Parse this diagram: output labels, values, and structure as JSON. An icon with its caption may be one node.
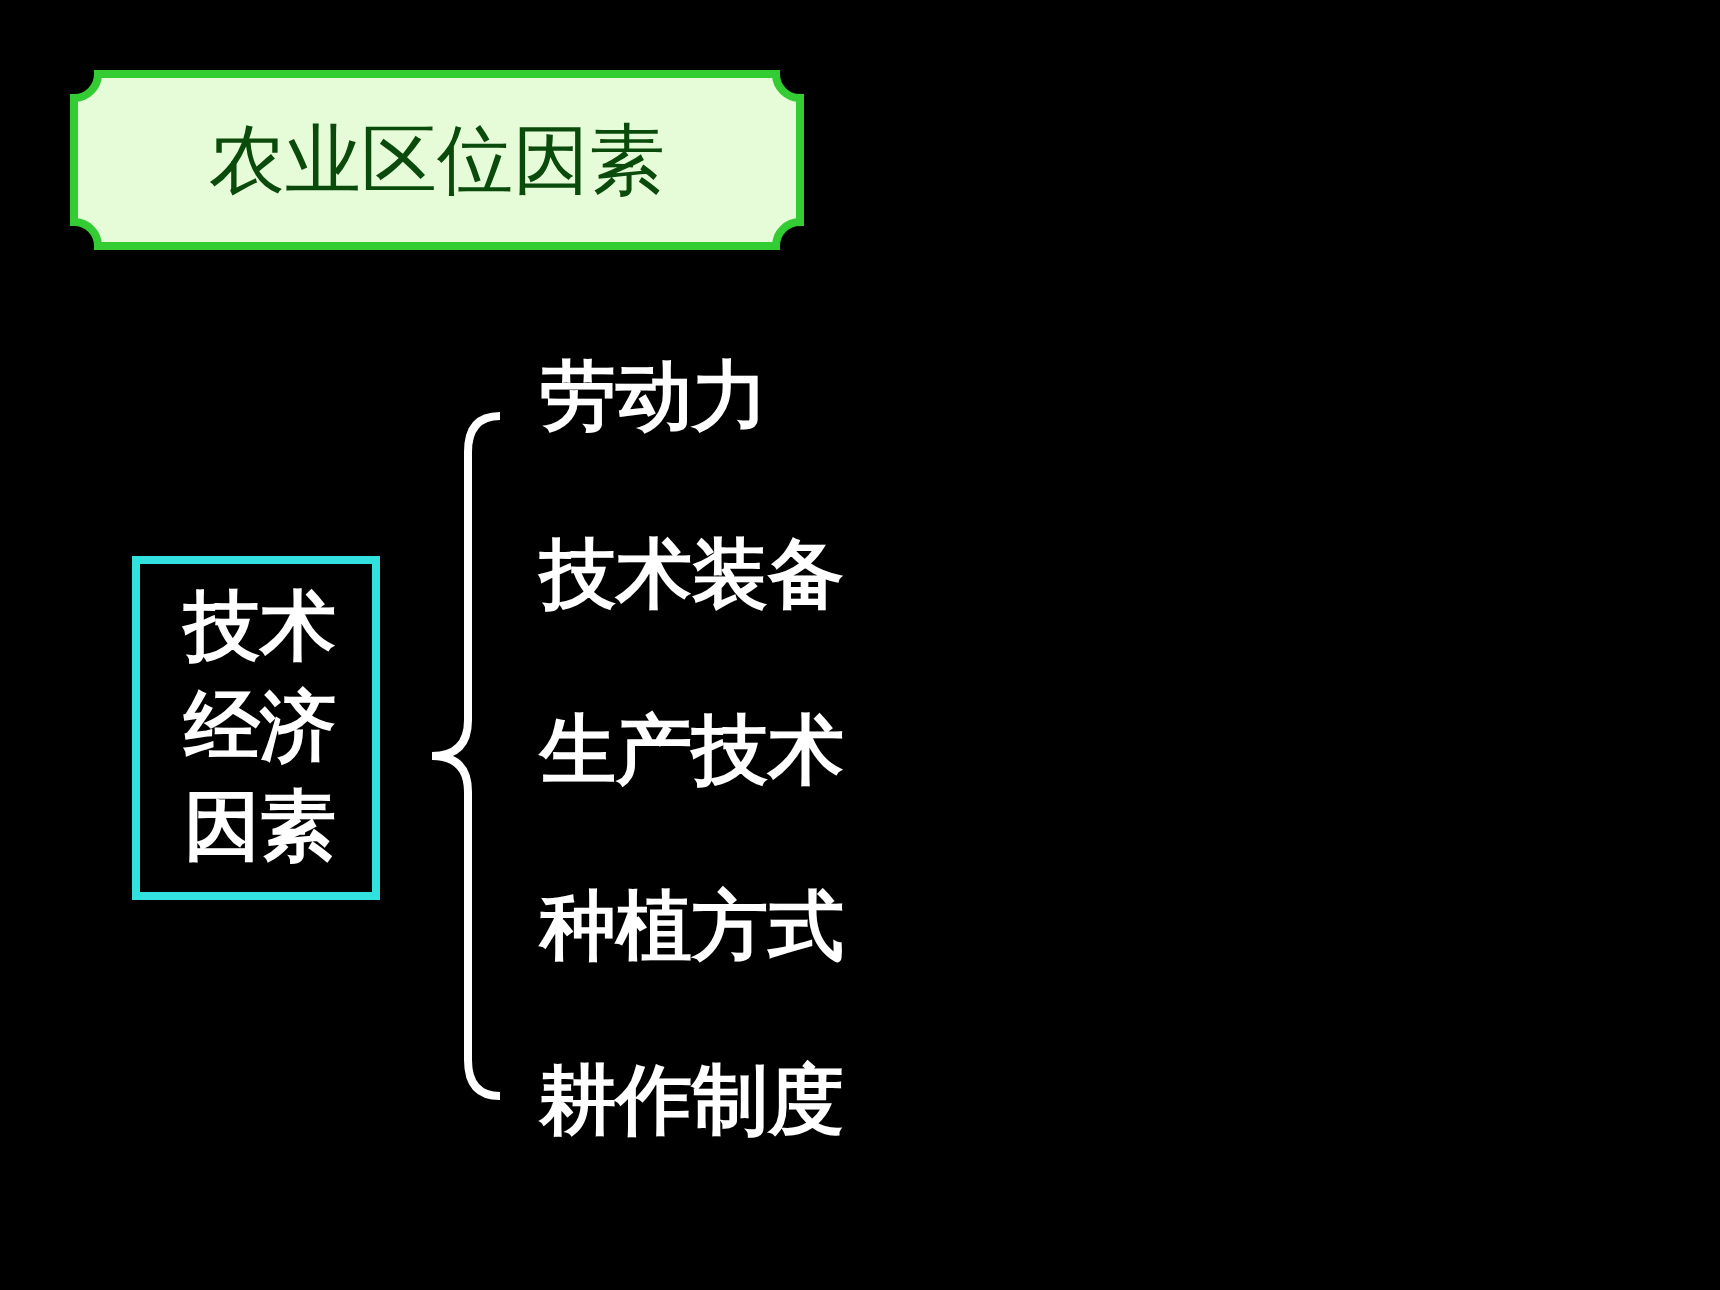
{
  "diagram": {
    "nodes": [
      {
        "text": [
          "农业区位因素"
        ]
      },
      {
        "text": [
          "技术经济因素"
        ]
      }
    ],
    "labels": [
      "劳动力",
      "技术装备",
      "生产技术",
      "种植方式",
      "耕作制度"
    ]
  }
}
